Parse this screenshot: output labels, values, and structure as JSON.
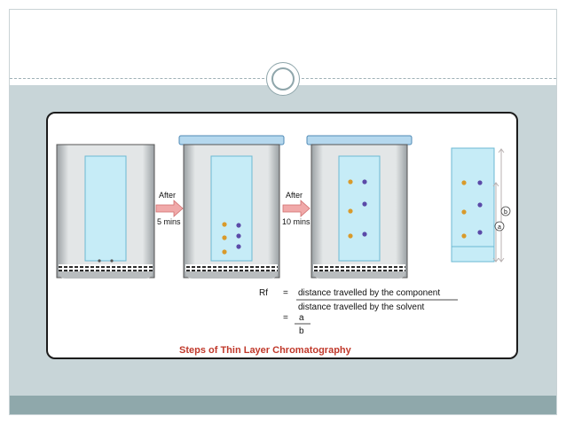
{
  "diagram": {
    "arrows": [
      {
        "top_label": "After",
        "bottom_label": "5 mins"
      },
      {
        "top_label": "After",
        "bottom_label": "10 mins"
      }
    ],
    "measure_labels": {
      "b": "b",
      "a": "a"
    },
    "formula": {
      "lhs": "Rf",
      "equals": "=",
      "numerator": "distance travelled by the component",
      "denominator": "distance travelled by the solvent",
      "equals2": "=",
      "num2": "a",
      "den2": "b"
    },
    "caption": "Steps of Thin Layer Chromatography",
    "colors": {
      "plate": "#c6ecf7",
      "plate_border": "#6cb9d3",
      "lid": "#b5d8ee",
      "arrow": "#f0a9a9",
      "caption": "#c0392b",
      "spot_orange": "#d99a2b",
      "spot_purple": "#5b4aa8",
      "chamber": "#d0d3d4"
    }
  }
}
